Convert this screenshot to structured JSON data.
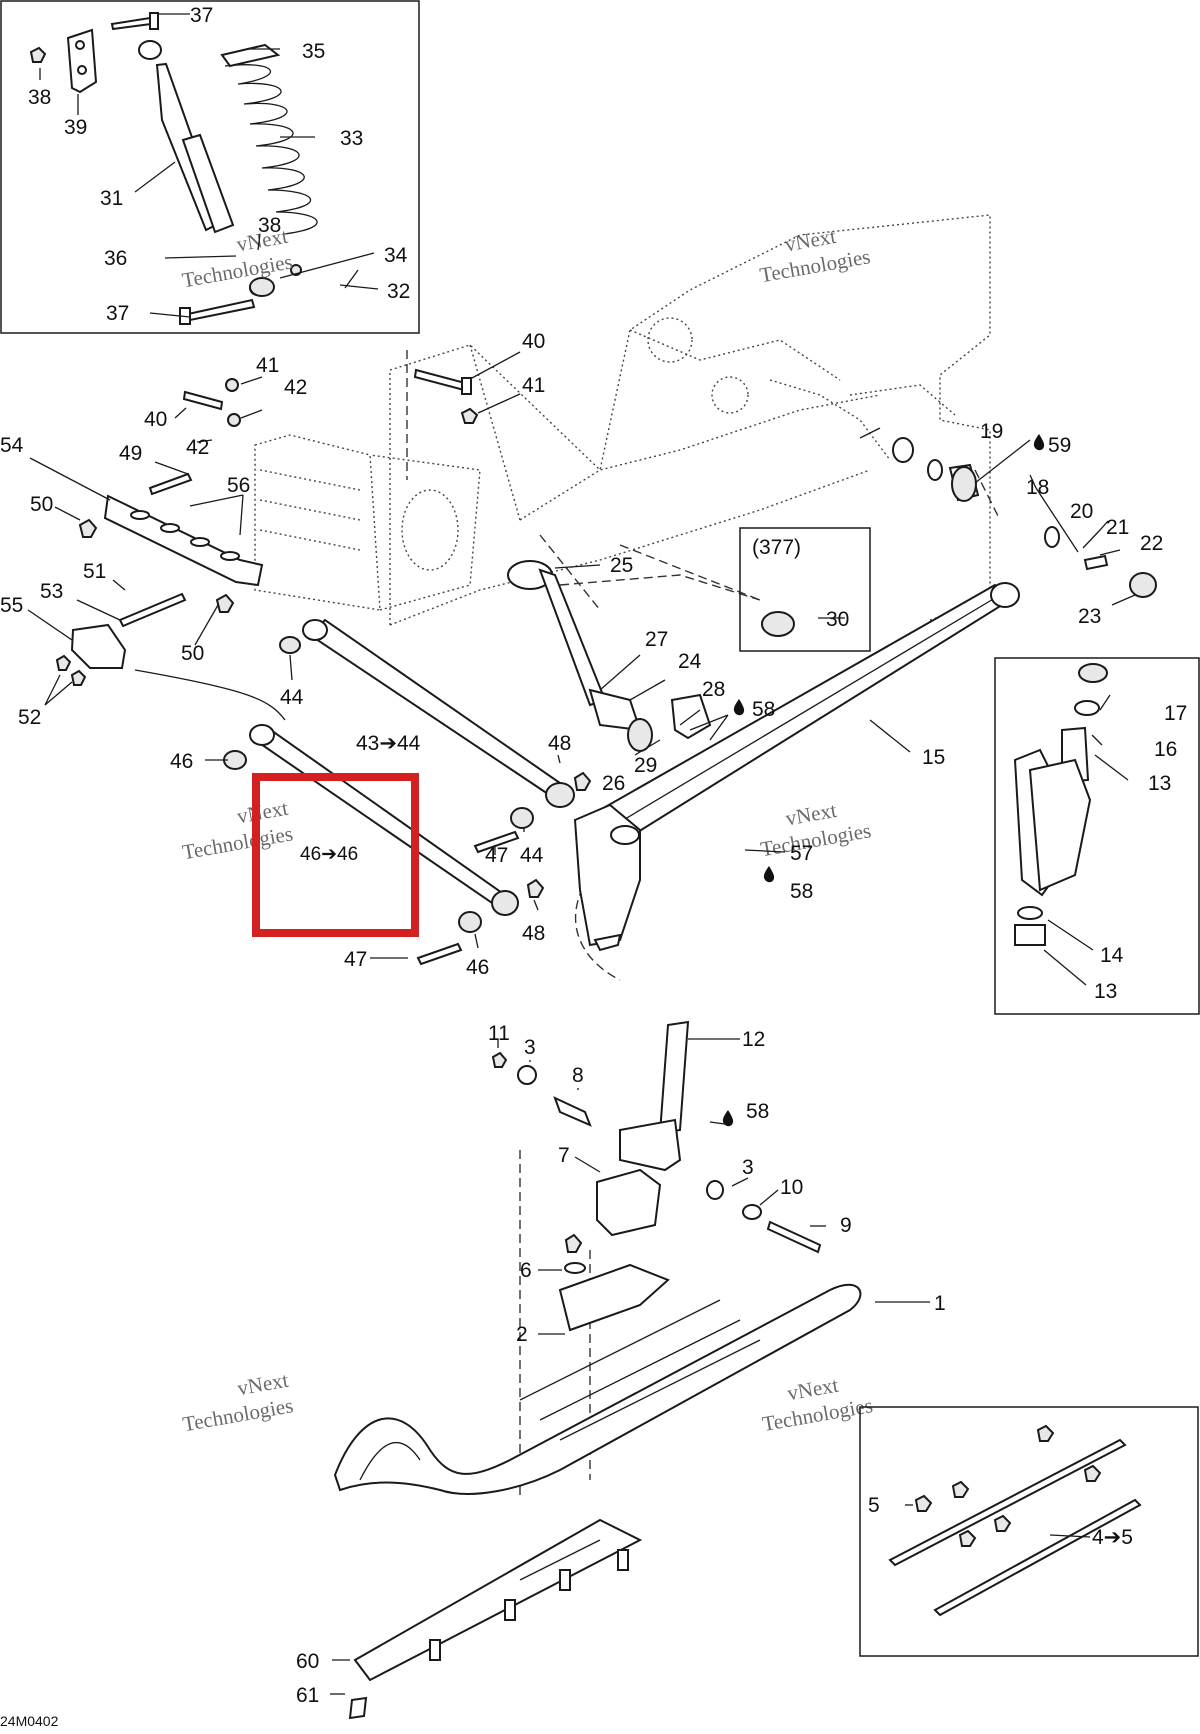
{
  "diagram": {
    "drawing_code": "24M0402",
    "watermark_line1": "vNext",
    "watermark_line2": "Technologies",
    "detail_ref": "(377)",
    "labels": {
      "l37a": "37",
      "l35": "35",
      "l38a": "38",
      "l39": "39",
      "l33": "33",
      "l31": "31",
      "l38b": "38",
      "l36": "36",
      "l34": "34",
      "l32": "32",
      "l37b": "37",
      "l40a": "40",
      "l41a": "41",
      "l41b": "41",
      "l42a": "42",
      "l40b": "40",
      "l42b": "42",
      "l54": "54",
      "l49": "49",
      "l56": "56",
      "l50a": "50",
      "l51": "51",
      "l53": "53",
      "l55": "55",
      "l50b": "50",
      "l52": "52",
      "l44a": "44",
      "l43": "43➔44",
      "l46a": "46",
      "l48a": "48",
      "l26": "26",
      "l44b": "44",
      "l47a": "47",
      "l48b": "48",
      "l47b": "47",
      "l46b": "46",
      "l46ov": "46➔46",
      "l19": "19",
      "l59": "59",
      "l18": "18",
      "l20": "20",
      "l21": "21",
      "l22": "22",
      "l23": "23",
      "l25": "25",
      "l30": "30",
      "l27": "27",
      "l24": "24",
      "l28": "28",
      "l58a": "58",
      "l29": "29",
      "l15": "15",
      "l57": "57",
      "l58b": "58",
      "l17": "17",
      "l16": "16",
      "l13a": "13",
      "l14": "14",
      "l13b": "13",
      "l11": "11",
      "l3a": "3",
      "l8": "8",
      "l12": "12",
      "l58c": "58",
      "l7": "7",
      "l3b": "3",
      "l10": "10",
      "l9": "9",
      "l6": "6",
      "l1": "1",
      "l2": "2",
      "l5": "5",
      "l45": "4➔5",
      "l60": "60",
      "l61": "61"
    }
  },
  "colors": {
    "highlight": "#d42020",
    "ink": "#1a1a1a"
  },
  "icons": {
    "lubricant": "oil-drop-icon"
  }
}
